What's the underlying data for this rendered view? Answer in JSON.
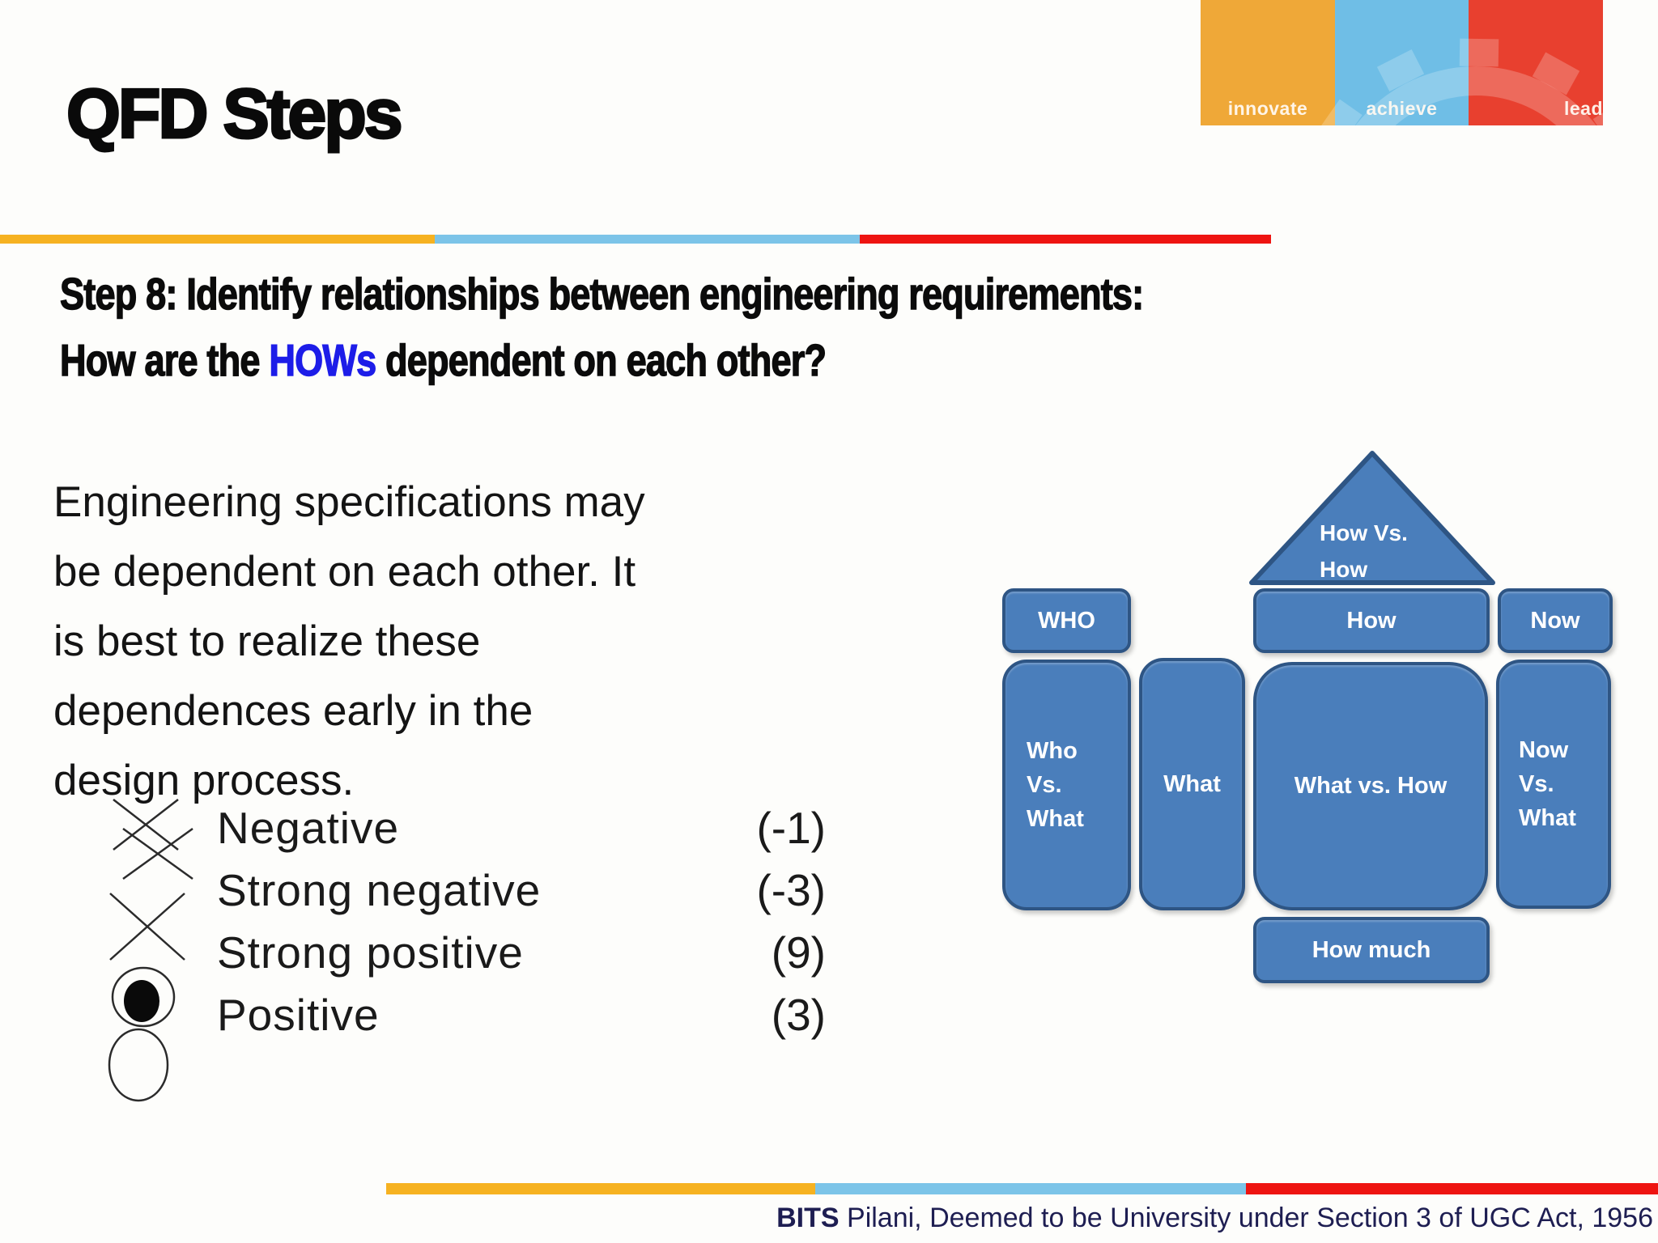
{
  "colors": {
    "bar_orange": "#F6B221",
    "bar_blue": "#7CC4E8",
    "bar_red": "#EE1411",
    "logo_orange": "#EFA838",
    "logo_blue": "#6FBEE6",
    "logo_red": "#E8402F",
    "box_fill": "#4A7EBB",
    "box_border": "#2E5584",
    "diagram_text": "#FFFFFF",
    "highlight_blue": "#1D1DE8",
    "footer_navy": "#1E1E52",
    "title_black": "#0A0A0A",
    "body_black": "#141414",
    "legend_ink": "#1A1A1A"
  },
  "title": "QFD Steps",
  "logo": {
    "labels": [
      "innovate",
      "achieve",
      "lead"
    ]
  },
  "heading": {
    "line1": "Step 8: Identify relationships between engineering requirements:",
    "line2_pre": "How are the ",
    "line2_highlight": "HOWs",
    "line2_post": " dependent on each other?"
  },
  "body": {
    "lines": [
      "Engineering specifications may",
      "be dependent on each other. It",
      "is best to realize these",
      "dependences early in the",
      "design process."
    ]
  },
  "legend": {
    "rows": [
      {
        "icon": "negative-icon",
        "label": "Negative",
        "value": "(-1)"
      },
      {
        "icon": "strong-negative-icon",
        "label": "Strong negative",
        "value": "(-3)"
      },
      {
        "icon": "strong-positive-icon",
        "label": "Strong positive",
        "value": "(9)"
      },
      {
        "icon": "positive-icon",
        "label": "Positive",
        "value": "(3)"
      }
    ]
  },
  "diagram": {
    "roof": {
      "line1": "How Vs.",
      "line2": "How"
    },
    "who": "WHO",
    "how": "How",
    "now": "Now",
    "who_vs_what": [
      "Who",
      "Vs.",
      "What"
    ],
    "what": "What",
    "what_vs_how": "What vs. How",
    "now_vs_what": [
      "Now",
      "Vs.",
      "What"
    ],
    "how_much": "How much"
  },
  "footer": {
    "brand": "BITS",
    "text": " Pilani, Deemed to be University under Section 3 of UGC Act, 1956"
  }
}
